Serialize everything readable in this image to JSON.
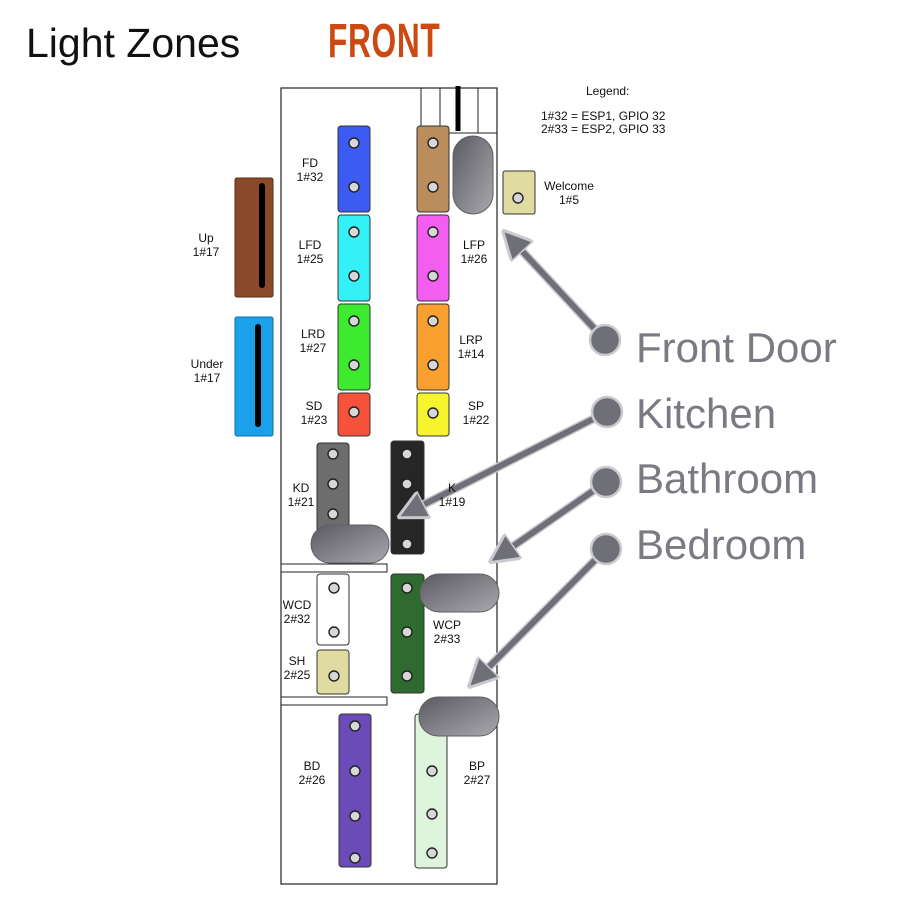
{
  "header": {
    "title": "Light Zones",
    "front_label": "FRONT"
  },
  "legend": {
    "title": "Legend:",
    "line1": "1#32 = ESP1, GPIO 32",
    "line2": "2#33 = ESP2, GPIO 33"
  },
  "zones": {
    "fd": {
      "name": "FD",
      "code": "1#32",
      "color": "#3b5bf2"
    },
    "fp": {
      "color": "#bb8d5c"
    },
    "lfd": {
      "name": "LFD",
      "code": "1#25",
      "color": "#33f1f6"
    },
    "lfp": {
      "name": "LFP",
      "code": "1#26",
      "color": "#f45ef0"
    },
    "lrd": {
      "name": "LRD",
      "code": "1#27",
      "color": "#3dea2f"
    },
    "lrp": {
      "name": "LRP",
      "code": "1#14",
      "color": "#f9a030"
    },
    "sd": {
      "name": "SD",
      "code": "1#23",
      "color": "#f6523a"
    },
    "sp": {
      "name": "SP",
      "code": "1#22",
      "color": "#f6f42c"
    },
    "kd": {
      "name": "KD",
      "code": "1#21",
      "color": "#6d6d6d"
    },
    "kp": {
      "name": "K",
      "code": "1#19",
      "color": "#262626"
    },
    "wcd": {
      "name": "WCD",
      "code": "2#32",
      "color": "#ffffff"
    },
    "sh": {
      "name": "SH",
      "code": "2#25",
      "color": "#e0dba0"
    },
    "wcp": {
      "name": "WCP",
      "code": "2#33",
      "color": "#2f6a30"
    },
    "bd": {
      "name": "BD",
      "code": "2#26",
      "color": "#6a4bb8"
    },
    "bp": {
      "name": "BP",
      "code": "2#27",
      "color": "#dff4dc"
    },
    "welcome": {
      "name": "Welcome",
      "code": "1#5",
      "color": "#e0dba0"
    },
    "up": {
      "name": "Up",
      "code": "1#17",
      "color": "#8a4a2a"
    },
    "under": {
      "name": "Under",
      "code": "1#17",
      "color": "#1ba0ea"
    }
  },
  "callouts": {
    "front_door": "Front Door",
    "kitchen": "Kitchen",
    "bathroom": "Bathroom",
    "bedroom": "Bedroom"
  },
  "colors": {
    "callout_arrow": "#6f6f78",
    "sensor": "#7a7a80",
    "front_accent": "#cc4a12"
  }
}
